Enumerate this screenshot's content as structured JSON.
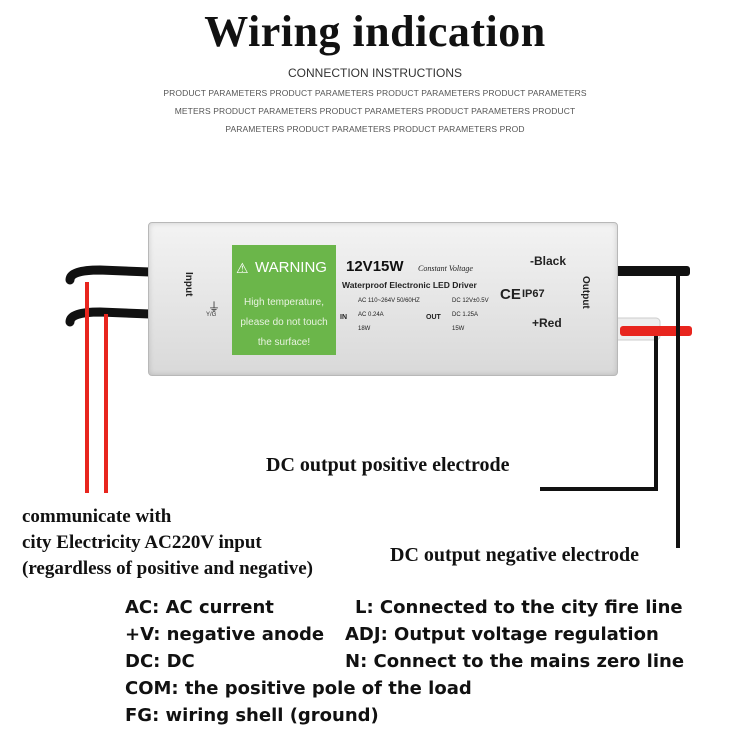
{
  "title": "Wiring indication",
  "subtitle": "CONNECTION INSTRUCTIONS",
  "param_lines": [
    "PRODUCT PARAMETERS PRODUCT PARAMETERS PRODUCT PARAMETERS PRODUCT PARAMETERS",
    "METERS PRODUCT PARAMETERS PRODUCT PARAMETERS PRODUCT PARAMETERS PRODUCT",
    "PARAMETERS PRODUCT PARAMETERS PRODUCT PARAMETERS PROD"
  ],
  "device": {
    "warning_title": "WARNING",
    "warning_text": "High temperature, please do not touch the surface!",
    "model": "12V15W",
    "model_sub": "Constant Voltage",
    "name": "Waterproof Electronic LED Driver",
    "in_label": "IN",
    "out_label": "OUT",
    "in_specs": [
      "AC 110~264V 50/60HZ",
      "AC 0.24A",
      "18W"
    ],
    "out_specs": [
      "DC 12V±0.5V",
      "DC 1.25A",
      "15W"
    ],
    "input_label": "Input",
    "yg_label": "Y/G",
    "output_label": "Output",
    "black_label": "-Black",
    "red_label": "+Red",
    "ip_label": "IP67"
  },
  "annotations": {
    "positive": "DC output positive electrode",
    "negative": "DC output negative electrode",
    "input_lines": [
      "communicate with",
      "city Electricity AC220V input",
      "(regardless of positive and negative)"
    ]
  },
  "legend": {
    "left": [
      "AC: AC current",
      "+V: negative anode",
      "DC: DC",
      "COM: the positive pole of the load",
      "FG: wiring shell (ground)"
    ],
    "right": [
      "L: Connected to the city fire line",
      "ADJ: Output voltage regulation",
      "N: Connect to the mains zero line"
    ]
  },
  "colors": {
    "warning_green": "#6bb64a",
    "wire_red": "#e8251e",
    "wire_black": "#111111"
  }
}
